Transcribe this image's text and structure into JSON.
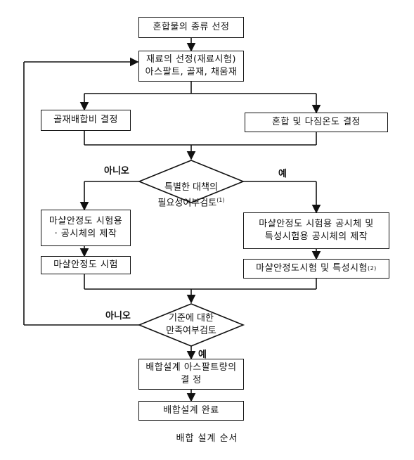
{
  "flowchart": {
    "steps": {
      "select_mix_type": "혼합물의 종류 선정",
      "select_materials": "재료의 선정(재료시험)\n아스팔트, 골재, 채움재",
      "aggregate_ratio": "골재배합비 결정",
      "mix_compaction_temp": "혼합 및 다짐온도 결정",
      "decision_special": "특별한 대책의\n필요성여부검토",
      "decision_special_note": "(1)",
      "marshall_specimen": "마샬안정도 시험용\n· 공시체의 제작",
      "marshall_special_specimen": "마샬안정도 시험용 공시체 및\n특성시험용 공시체의 제작",
      "marshall_test": "마샬안정도 시험",
      "marshall_special_test": "마샬안정도시험 및 특성시험",
      "marshall_special_test_note": "(2)",
      "decision_criteria": "기준에 대한\n만족여부검토",
      "asphalt_content": "배합설계 아스팔트량의\n결    정",
      "design_complete": "배합설계 완료"
    },
    "labels": {
      "no_left": "아니오",
      "yes_right": "예",
      "no_bottom": "아니오",
      "yes_down": "예"
    },
    "caption": "배합 설계 순서"
  }
}
